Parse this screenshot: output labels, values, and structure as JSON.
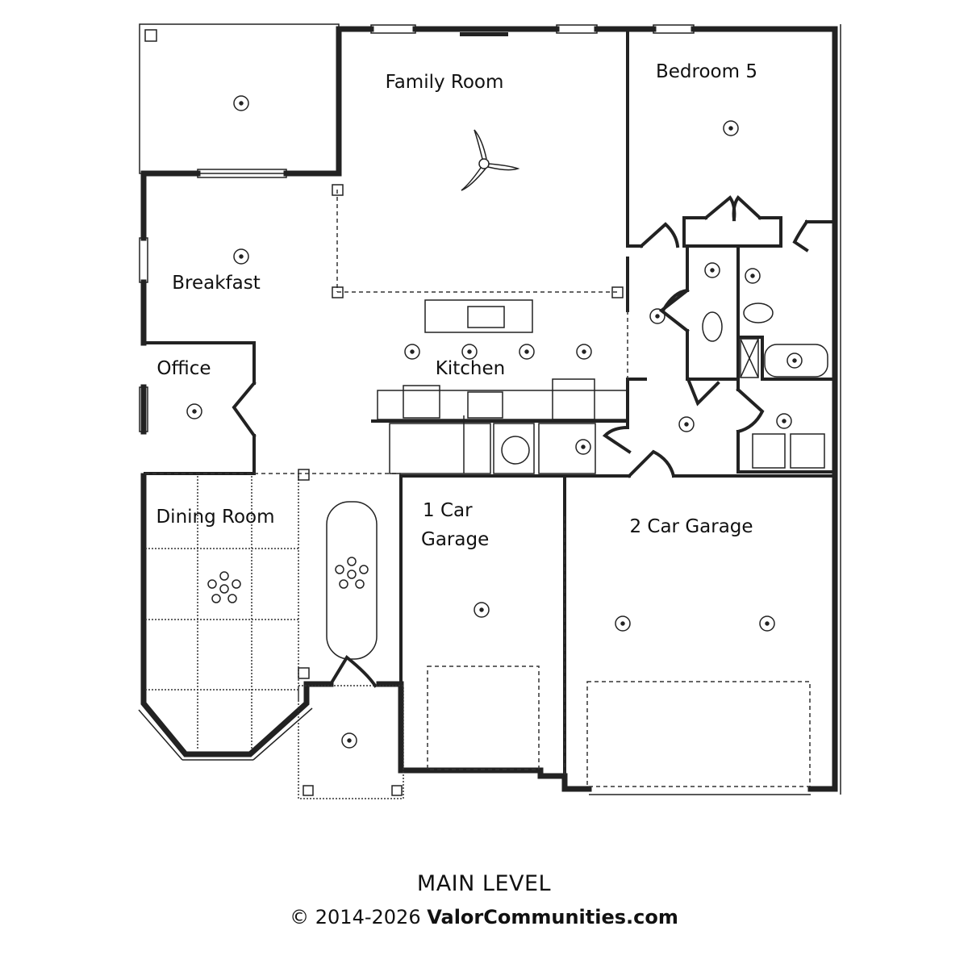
{
  "plan": {
    "rooms": {
      "family_room": "Family Room",
      "bedroom_5": "Bedroom 5",
      "breakfast": "Breakfast",
      "office": "Office",
      "kitchen": "Kitchen",
      "dining_room": "Dining Room",
      "one_car_garage_line1": "1 Car",
      "one_car_garage_line2": "Garage",
      "two_car_garage": "2 Car Garage"
    }
  },
  "footer": {
    "level": "MAIN LEVEL",
    "copyright": "© 2014-2026",
    "site": "ValorCommunities.com"
  },
  "colors": {
    "line": "#222222",
    "background": "#ffffff"
  }
}
